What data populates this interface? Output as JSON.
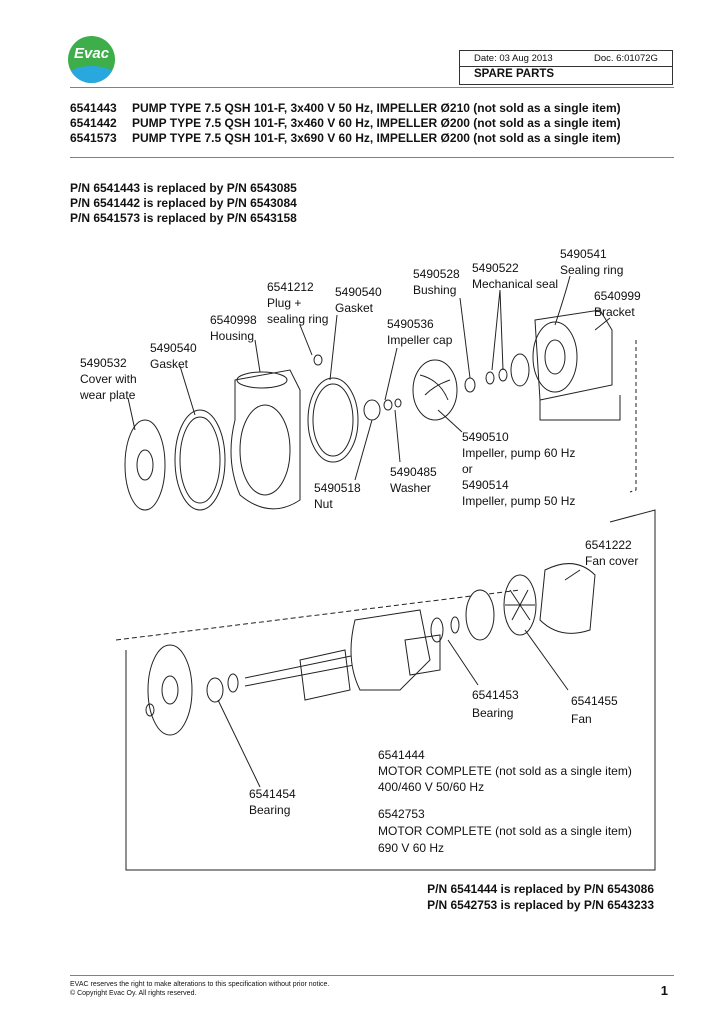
{
  "logo": {
    "text": "Evac",
    "colors": {
      "green": "#3dae49",
      "blue": "#29a8e0"
    }
  },
  "header": {
    "date": "Date: 03 Aug 2013",
    "doc": "Doc. 6:01072G",
    "title": "SPARE PARTS"
  },
  "pumps": [
    {
      "pn": "6541443",
      "desc": "PUMP TYPE 7.5 QSH 101-F, 3x400 V 50 Hz, IMPELLER Ø210 (not sold as a single item)"
    },
    {
      "pn": "6541442",
      "desc": "PUMP TYPE 7.5 QSH 101-F, 3x460 V 60 Hz, IMPELLER Ø200 (not sold as a single item)"
    },
    {
      "pn": "6541573",
      "desc": "PUMP TYPE 7.5 QSH 101-F, 3x690 V 60 Hz, IMPELLER Ø200 (not sold as a single item)"
    }
  ],
  "replacements": [
    "P/N 6541443 is replaced by P/N 6543085",
    "P/N 6541442 is replaced by P/N 6543084",
    "P/N 6541573 is replaced by P/N 6543158"
  ],
  "parts": {
    "sealing_ring": [
      "5490541",
      "Sealing ring"
    ],
    "bushing": [
      "5490528",
      "Bushing"
    ],
    "mech_seal": [
      "5490522",
      "Mechanical seal"
    ],
    "plug": [
      "6541212",
      "Plug +",
      "sealing ring"
    ],
    "gasket1": [
      "5490540",
      "Gasket"
    ],
    "bracket": [
      "6540999",
      "Bracket"
    ],
    "housing": [
      "6540998",
      "Housing"
    ],
    "impeller_cap": [
      "5490536",
      "Impeller cap"
    ],
    "gasket2": [
      "5490540",
      "Gasket"
    ],
    "cover": [
      "5490532",
      "Cover with",
      "wear plate"
    ],
    "impeller": [
      "5490510",
      "Impeller, pump 60 Hz",
      "or",
      "5490514",
      "Impeller, pump 50 Hz"
    ],
    "washer": [
      "5490485",
      "Washer"
    ],
    "nut": [
      "5490518",
      "Nut"
    ],
    "fan_cover": [
      "6541222",
      "Fan cover"
    ],
    "bearing1": [
      "6541453",
      "Bearing"
    ],
    "fan": [
      "6541455",
      "Fan"
    ],
    "motor1": [
      "6541444",
      "MOTOR COMPLETE (not sold as a single item)",
      "400/460 V 50/60 Hz"
    ],
    "bearing2": [
      "6541454",
      "Bearing"
    ],
    "motor2": [
      "6542753",
      "MOTOR COMPLETE (not sold as a single item)",
      "690 V 60 Hz"
    ]
  },
  "motor_replacements": [
    "P/N 6541444 is replaced by P/N 6543086",
    "P/N 6542753 is replaced by P/N 6543233"
  ],
  "footer": {
    "line1": "EVAC reserves the right to make alterations to this specification without  prior notice.",
    "line2": "© Copyright Evac Oy. All rights reserved.",
    "page": "1"
  }
}
